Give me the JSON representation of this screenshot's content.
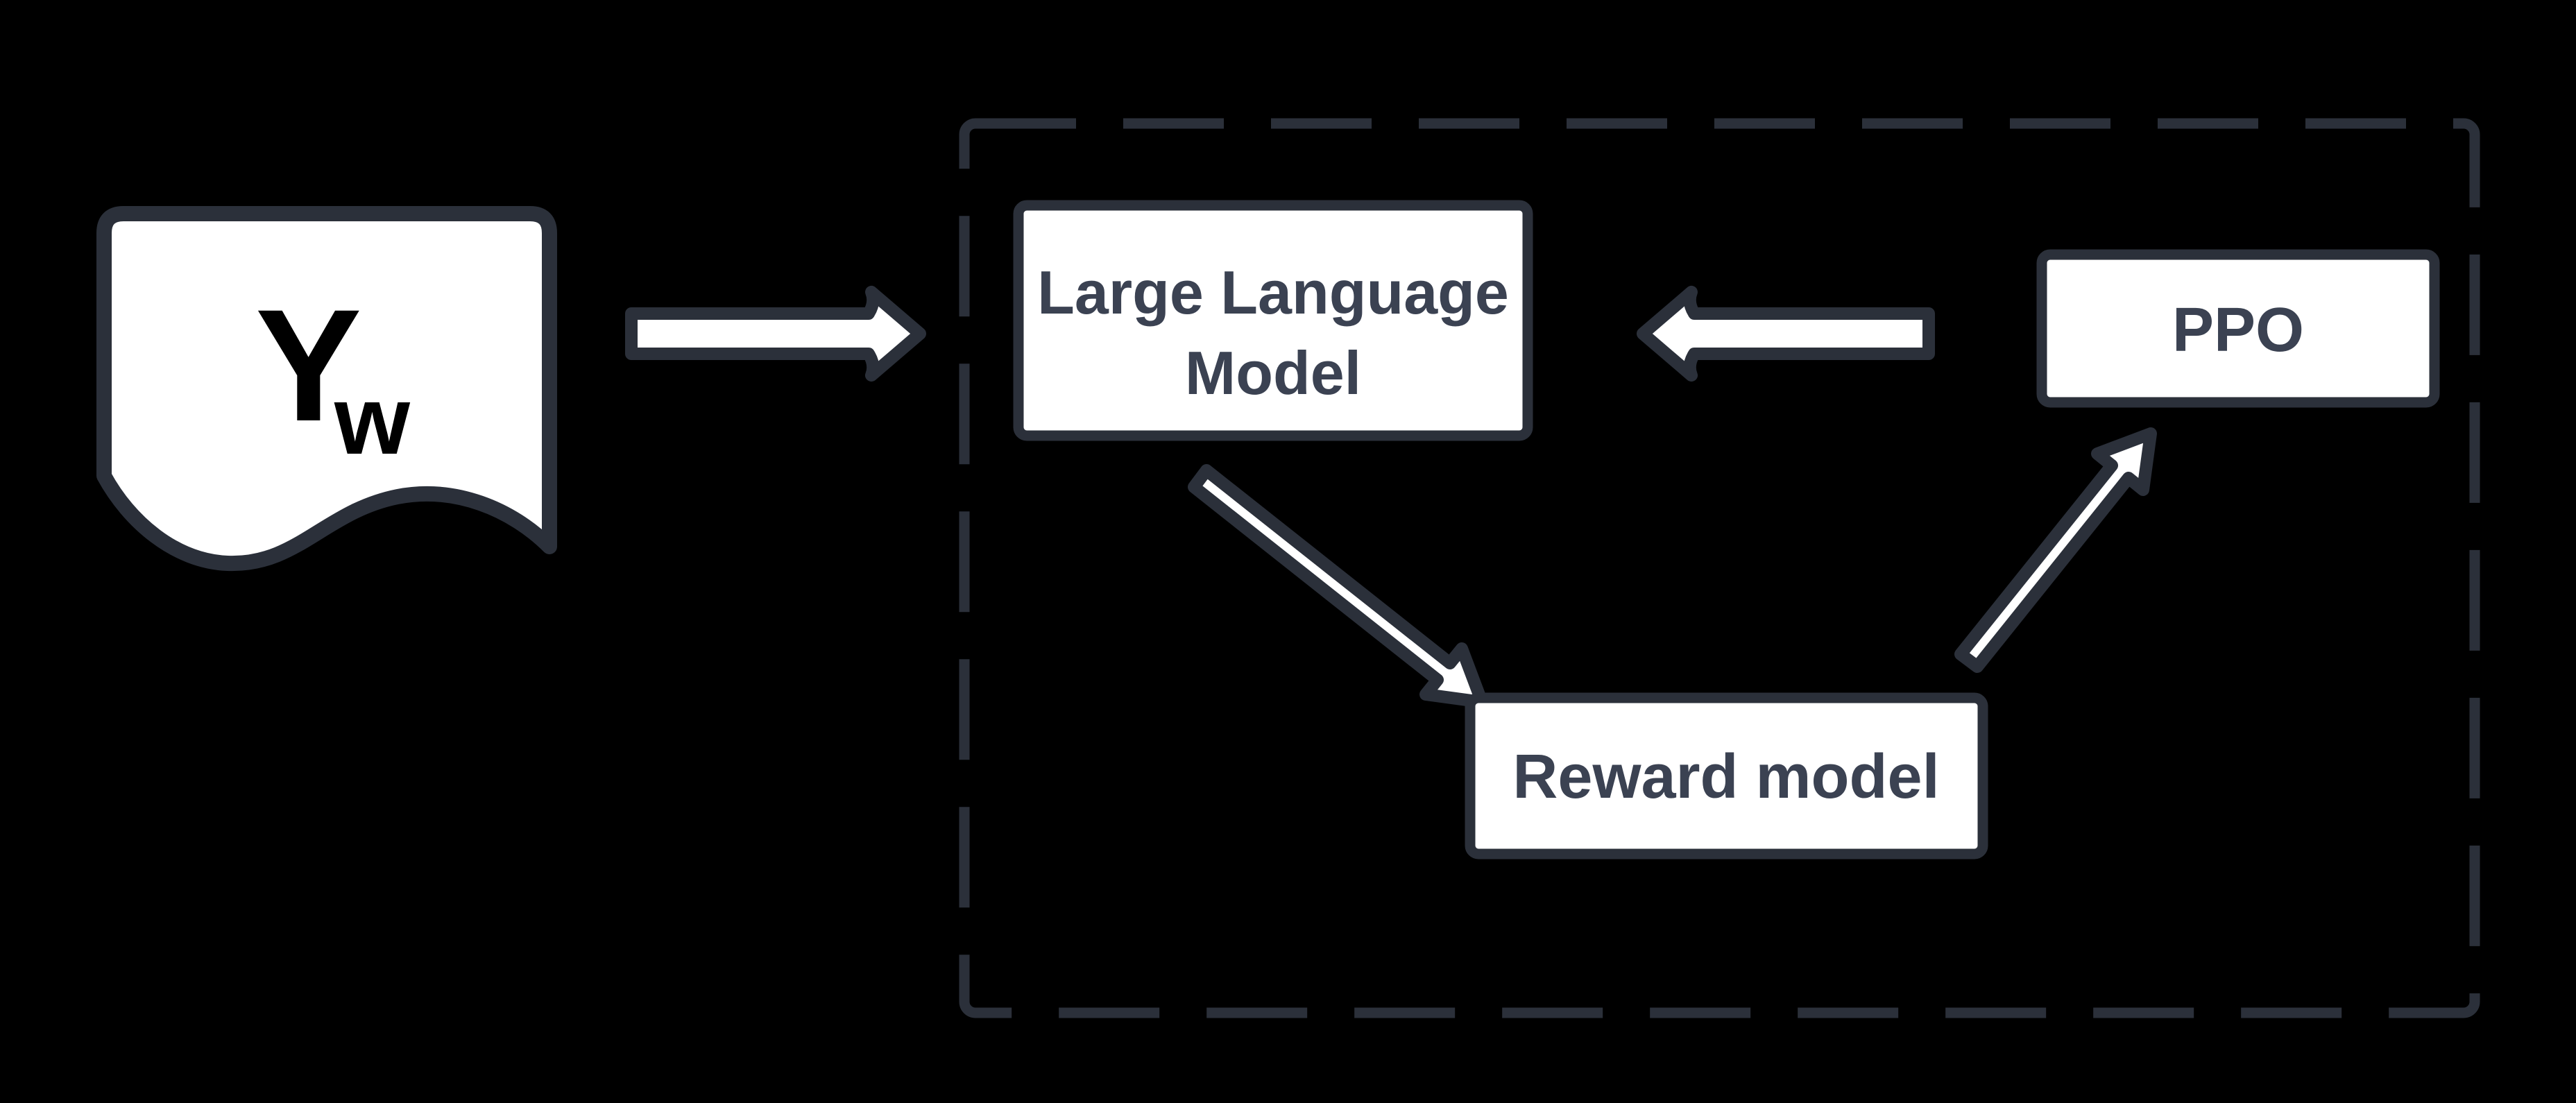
{
  "diagram": {
    "type": "flowchart",
    "background_color": "#000000",
    "colors": {
      "node_fill": "#ffffff",
      "node_border": "#2b303a",
      "node_text": "#3b4252",
      "document_text": "#000000",
      "arrow_fill": "#ffffff",
      "arrow_outline": "#2b303a",
      "dashed_container_border": "#2b303a"
    },
    "document_node": {
      "label_main": "Y",
      "label_subscript": "w"
    },
    "nodes": {
      "llm": {
        "label_line1": "Large Language",
        "label_line2": "Model"
      },
      "ppo": {
        "label": "PPO"
      },
      "reward": {
        "label": "Reward model"
      }
    },
    "container": {
      "style": "dashed-rectangle",
      "contains": [
        "llm",
        "ppo",
        "reward"
      ]
    },
    "edges": [
      {
        "from": "document-yw",
        "to": "llm",
        "direction": "right"
      },
      {
        "from": "ppo",
        "to": "llm",
        "direction": "left"
      },
      {
        "from": "llm",
        "to": "reward",
        "direction": "down-right"
      },
      {
        "from": "reward",
        "to": "ppo",
        "direction": "up-right"
      }
    ]
  }
}
